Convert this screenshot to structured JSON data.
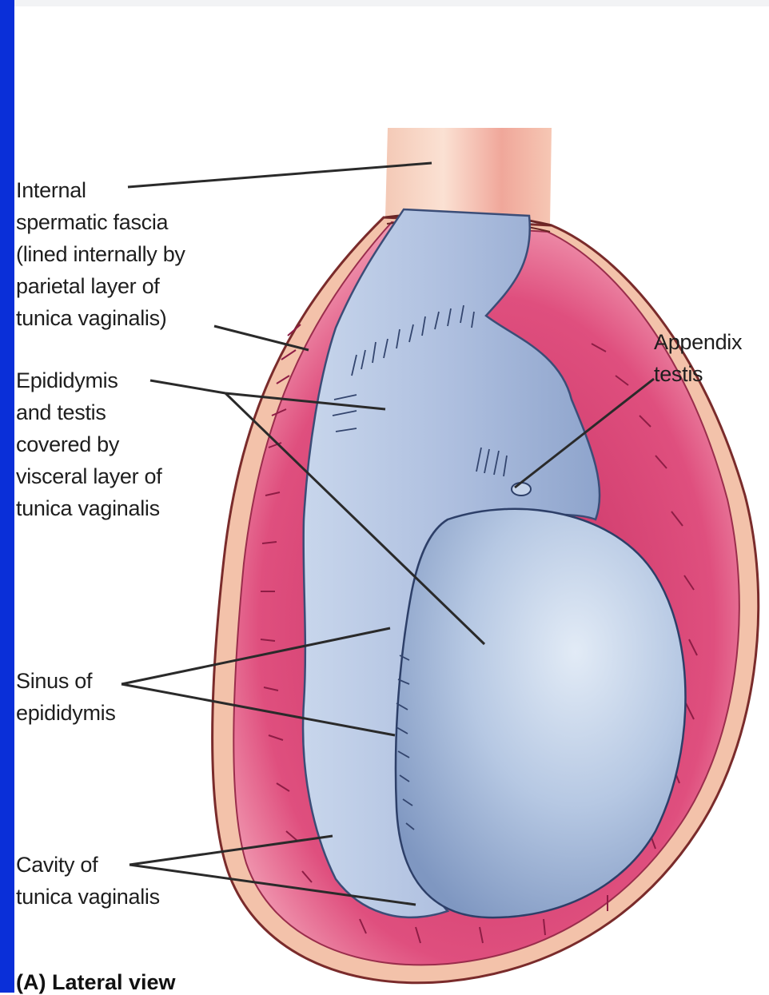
{
  "labels": {
    "internal_spermatic_fascia": [
      "Internal",
      "spermatic fascia",
      "(lined internally by",
      "parietal layer of",
      "tunica vaginalis)"
    ],
    "epididymis_and_testis": [
      "Epididymis",
      "and testis",
      "covered by",
      "visceral layer of",
      "tunica vaginalis"
    ],
    "appendix_testis": [
      "Appendix",
      "testis"
    ],
    "sinus_of_epididymis": [
      "Sinus of",
      "epididymis"
    ],
    "cavity_of_tunica_vaginalis": [
      "Cavity of",
      "tunica vaginalis"
    ]
  },
  "caption": "(A) Lateral view",
  "colors": {
    "frame_bar": "#0a2fd8",
    "outer_layer": "#f3c2aa",
    "cavity": "#df4f7e",
    "organ": "#b4c6e3",
    "leader_line": "#2a2a2a"
  }
}
